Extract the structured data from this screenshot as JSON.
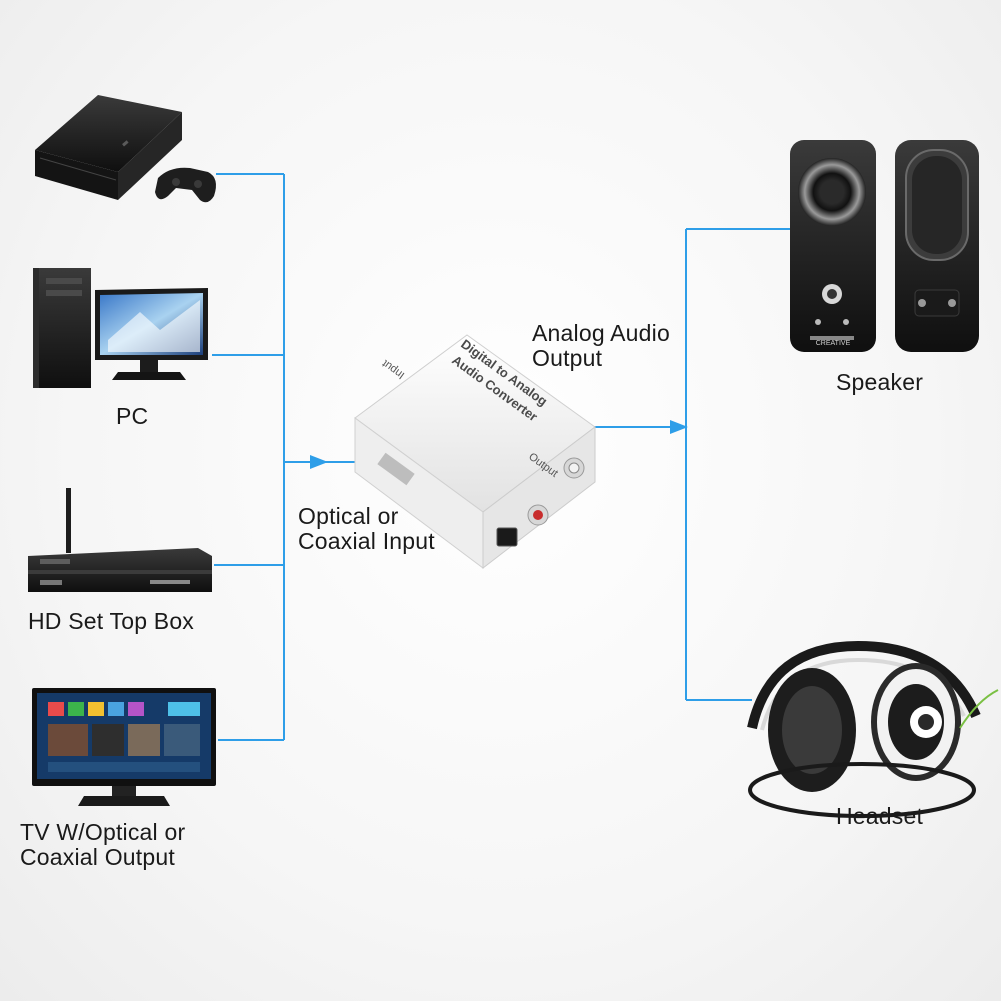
{
  "colors": {
    "connector": "#2e9ee8",
    "device_dark": "#1b1b1b",
    "converter_body": "#f4f4f4",
    "background": "#f5f5f5"
  },
  "sources": [
    {
      "name": "game-console",
      "label_lines": []
    },
    {
      "name": "pc",
      "label_lines": [
        "PC"
      ]
    },
    {
      "name": "set-top-box",
      "label_lines": [
        "HD Set Top Box"
      ]
    },
    {
      "name": "tv",
      "label_lines": [
        "TV W/Optical or",
        "Coaxial Output"
      ]
    }
  ],
  "converter": {
    "title_lines": [
      "Digital to Analog",
      "Audio Converter"
    ],
    "input_label": "Input",
    "output_label": "Output"
  },
  "input_label_lines": [
    "Optical or",
    "Coaxial Input"
  ],
  "output_label_lines": [
    "Analog Audio",
    "Output"
  ],
  "outputs": [
    {
      "name": "speaker",
      "label": "Speaker",
      "brand": "CREATIVE"
    },
    {
      "name": "headset",
      "label": "Headset"
    }
  ],
  "icons": [
    "game-console-icon",
    "gamepad-icon",
    "pc-tower-icon",
    "monitor-icon",
    "set-top-box-icon",
    "tv-icon",
    "speaker-icon",
    "headset-icon",
    "converter-icon",
    "arrow-icon"
  ]
}
